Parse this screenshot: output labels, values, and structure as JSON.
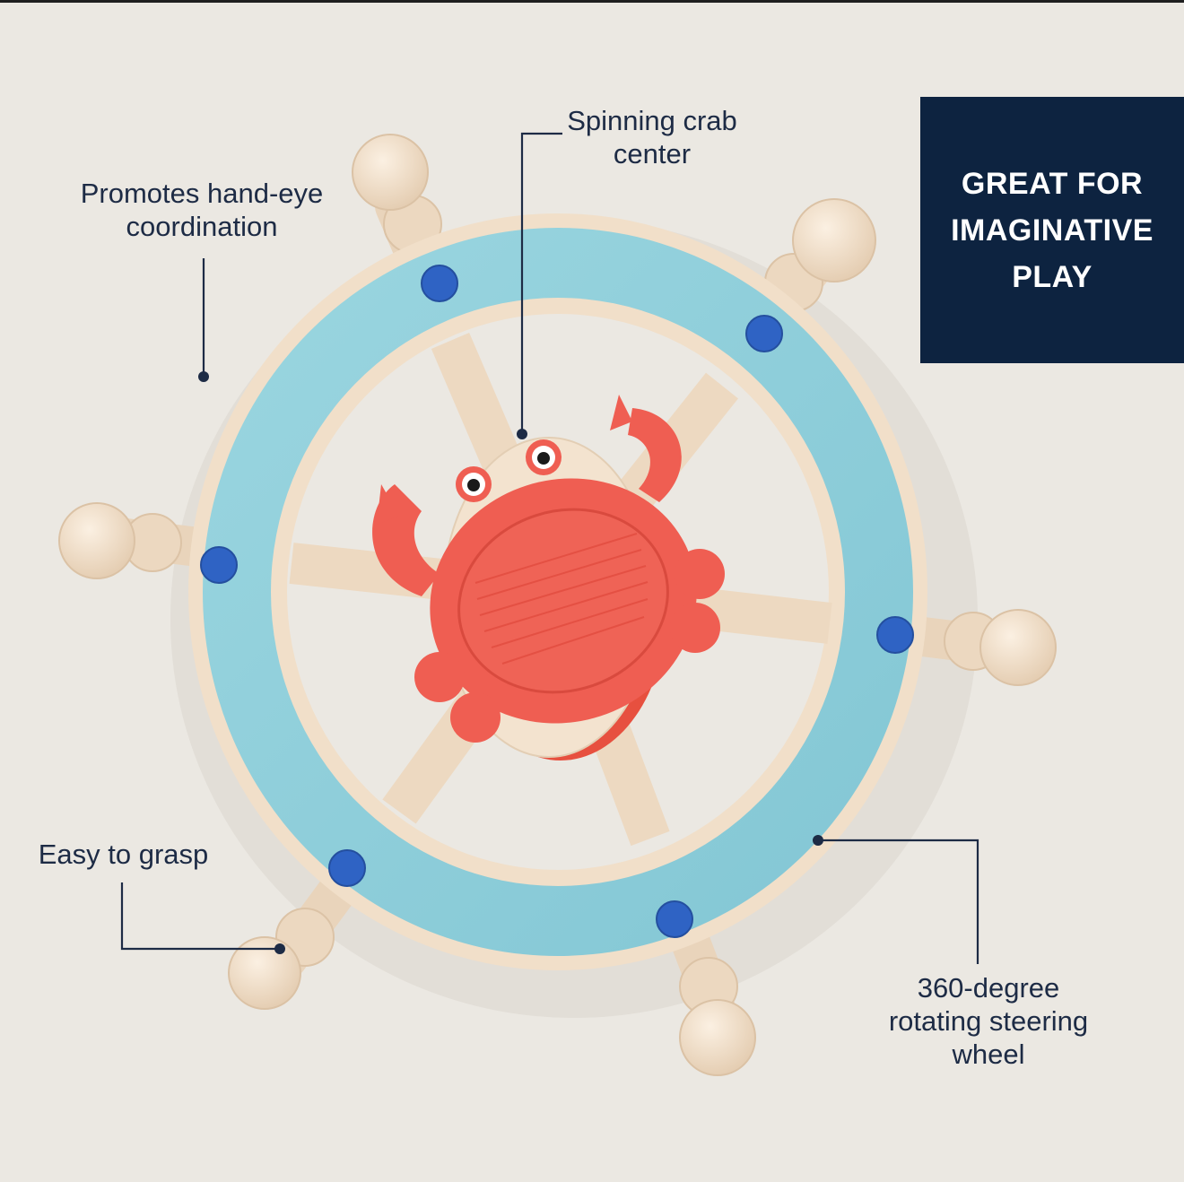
{
  "callouts": {
    "crab_center": [
      "Spinning crab",
      "center"
    ],
    "hand_eye": [
      "Promotes hand-eye",
      "coordination"
    ],
    "grasp": [
      "Easy to grasp"
    ],
    "rotating": [
      "360-degree",
      "rotating steering",
      "wheel"
    ]
  },
  "banner": [
    "GREAT FOR",
    "IMAGINATIVE",
    "PLAY"
  ],
  "colors": {
    "background": "#ebe8e2",
    "banner": "#0d2340",
    "text": "#1d2b45",
    "rim": "#8fd0dc",
    "wheel": "#f1dfc9",
    "crab": "#ef5e52",
    "studs": "#2f63c4"
  }
}
